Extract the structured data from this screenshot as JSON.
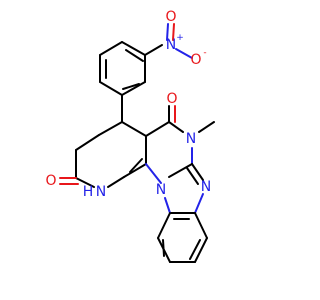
{
  "colors": {
    "carbon": "#000000",
    "nitrogen": "#2323e8",
    "oxygen": "#e8171b",
    "background": "#ffffff"
  },
  "atoms": {
    "nitro_n": "N",
    "nitro_n_charge": "+",
    "nitro_o_top": "O",
    "nitro_o_side": "O",
    "nitro_o_side_charge": "-",
    "ketone_o": "O",
    "lactam_o": "O",
    "n_methyl": "N",
    "methyl_label": "",
    "n_imidazole": "N",
    "n_fused": "N",
    "nh": "N",
    "nh_h": "H"
  }
}
